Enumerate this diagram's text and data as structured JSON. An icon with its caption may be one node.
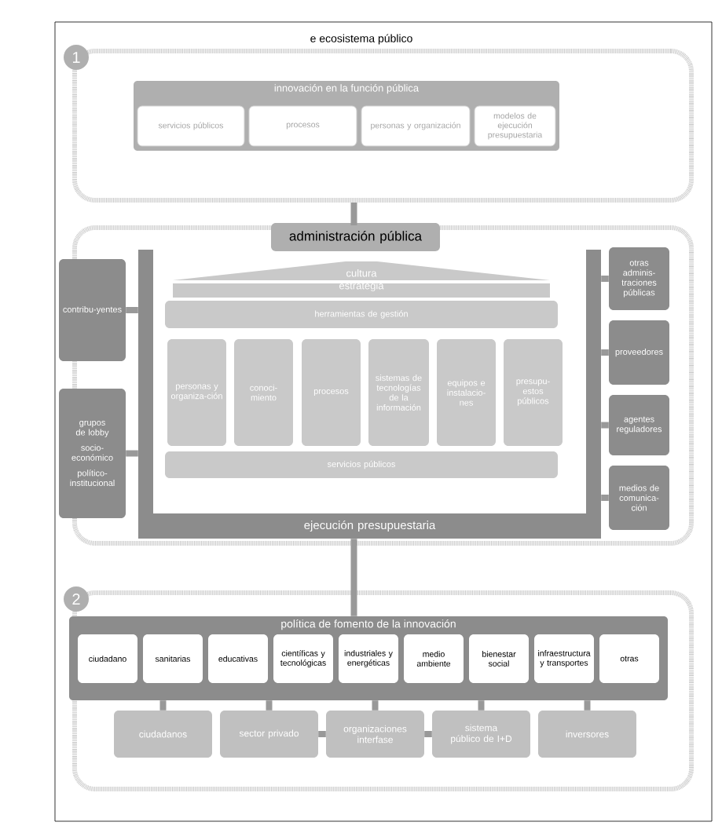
{
  "diagram": {
    "title": "e ecosistema público",
    "nodes": [
      {
        "text": [
          "1"
        ]
      },
      {
        "text": [
          "innovación en la función pública"
        ],
        "in": 0
      },
      {
        "text": [
          "servicios públicos"
        ],
        "in": 1
      },
      {
        "text": [
          "procesos"
        ],
        "in": 1
      },
      {
        "text": [
          "personas y organización"
        ],
        "in": 1
      },
      {
        "text": [
          "modelos de ejecución presupuestaria"
        ],
        "in": 1
      },
      {
        "text": [],
        "shape": "box"
      },
      {
        "text": [
          "administración pública"
        ],
        "in": 6
      },
      {
        "text": [
          "cultura",
          "estrategia"
        ],
        "in": 6
      },
      {
        "text": [
          "herramientas de gestión"
        ],
        "in": 6
      },
      {
        "text": [
          "personas y organiza-ción"
        ],
        "in": 6
      },
      {
        "text": [
          "conoci-miento"
        ],
        "in": 6
      },
      {
        "text": [
          "procesos"
        ],
        "in": 6
      },
      {
        "text": [
          "sistemas de tecnologías de la información"
        ],
        "in": 6
      },
      {
        "text": [
          "equipos e instalacio-nes"
        ],
        "in": 6
      },
      {
        "text": [
          "presupu-estos públicos"
        ],
        "in": 6
      },
      {
        "text": [
          "servicios públicos"
        ],
        "in": 6
      },
      {
        "text": [
          "ejecución presupuestaria"
        ],
        "in": 6
      },
      {
        "text": [
          "contribu-yentes"
        ],
        "in": 6
      },
      {
        "text": [
          "grupos de lobby",
          "socio-económico",
          "político-institucional"
        ],
        "in": 6
      },
      {
        "text": [
          "otras adminis-traciones públicas"
        ],
        "in": 6
      },
      {
        "text": [
          "proveedores"
        ],
        "in": 6
      },
      {
        "text": [
          "agentes reguladores"
        ],
        "in": 6
      },
      {
        "text": [
          "medios de comunica-ción"
        ],
        "in": 6
      },
      {
        "text": [
          "2"
        ]
      },
      {
        "text": [
          "política de fomento de la innovación"
        ],
        "in": 24
      },
      {
        "text": [
          "ciudadano"
        ],
        "in": 25
      },
      {
        "text": [
          "sanitarias"
        ],
        "in": 25
      },
      {
        "text": [
          "educativas"
        ],
        "in": 25
      },
      {
        "text": [
          "científicas y tecnológicas"
        ],
        "in": 25
      },
      {
        "text": [
          "industriales y energéticas"
        ],
        "in": 25
      },
      {
        "text": [
          "medio ambiente"
        ],
        "in": 25
      },
      {
        "text": [
          "bienestar social"
        ],
        "in": 25
      },
      {
        "text": [
          "infraestructura y transportes"
        ],
        "in": 25
      },
      {
        "text": [
          "otras"
        ],
        "in": 25
      },
      {
        "text": [
          "ciudadanos"
        ],
        "in": 24
      },
      {
        "text": [
          "sector privado"
        ],
        "in": 24
      },
      {
        "text": [
          "organizaciones interfase"
        ],
        "in": 24
      },
      {
        "text": [
          "sistema público de I+D"
        ],
        "in": 24
      },
      {
        "text": [
          "inversores"
        ],
        "in": 24
      }
    ],
    "edges": [
      {
        "from": 0,
        "to": 6,
        "arrow": "none"
      },
      {
        "from": 18,
        "to": 17,
        "arrow": "none"
      },
      {
        "from": 19,
        "to": 17,
        "arrow": "none"
      },
      {
        "from": 20,
        "to": 17,
        "arrow": "none"
      },
      {
        "from": 21,
        "to": 17,
        "arrow": "none"
      },
      {
        "from": 22,
        "to": 17,
        "arrow": "none"
      },
      {
        "from": 23,
        "to": 17,
        "arrow": "none"
      },
      {
        "from": 17,
        "to": 25,
        "arrow": "none"
      },
      {
        "from": 25,
        "to": 35,
        "arrow": "none"
      },
      {
        "from": 25,
        "to": 36,
        "arrow": "none"
      },
      {
        "from": 25,
        "to": 37,
        "arrow": "none"
      },
      {
        "from": 25,
        "to": 38,
        "arrow": "none"
      },
      {
        "from": 25,
        "to": 39,
        "arrow": "none"
      },
      {
        "from": 36,
        "to": 37,
        "arrow": "none"
      },
      {
        "from": 37,
        "to": 38,
        "arrow": "none"
      }
    ]
  }
}
